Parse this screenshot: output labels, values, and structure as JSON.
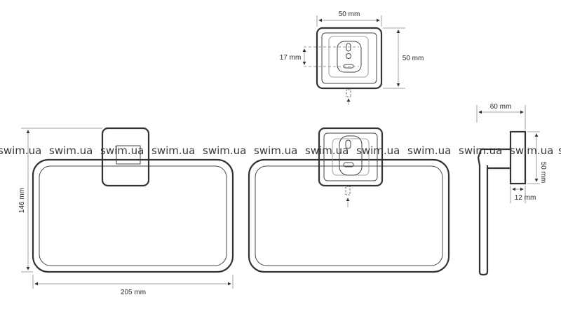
{
  "dimensions": {
    "ring_width": "205 mm",
    "ring_height": "146 mm",
    "plate_width": "50 mm",
    "plate_height": "50 mm",
    "hole_spacing": "17 mm",
    "depth": "60 mm",
    "side_height": "50 mm",
    "plate_thickness": "12 mm"
  },
  "watermark": "swim.ua"
}
